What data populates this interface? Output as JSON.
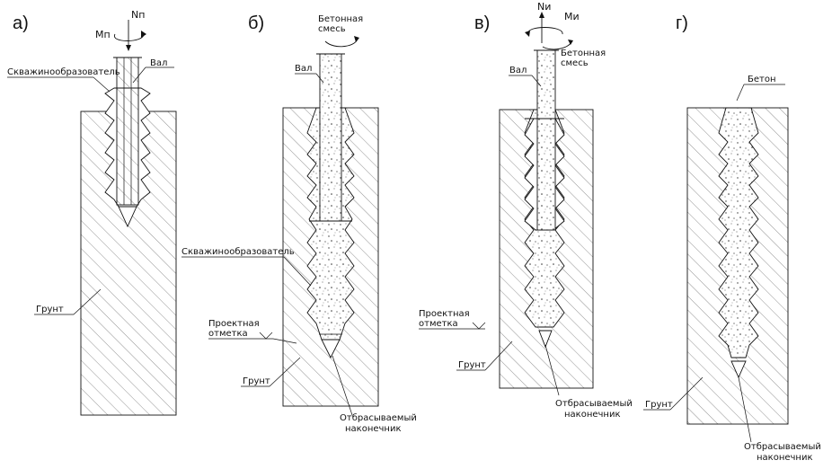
{
  "panels": [
    {
      "id": "a",
      "label": "а)"
    },
    {
      "id": "b",
      "label": "б)"
    },
    {
      "id": "v",
      "label": "в)"
    },
    {
      "id": "g",
      "label": "г)"
    }
  ],
  "forces": {
    "axial": "Nп",
    "moment": "Mп",
    "axial_removal": "Nи",
    "moment_removal": "Mи"
  },
  "labels": {
    "auger": "Скважинообразователь",
    "shaft": "Вал",
    "soil": "Грунт",
    "concrete_mix_line1": "Бетонная",
    "concrete_mix_line2": "смесь",
    "design_mark_line1": "Проектная",
    "design_mark_line2": "отметка",
    "tip_line1": "Отбрасываемый",
    "tip_line2": "наконечник",
    "concrete": "Бетон"
  },
  "colors": {
    "line": "#111111",
    "hatch": "#777777",
    "concrete_dot": "#333333",
    "background": "#ffffff"
  }
}
